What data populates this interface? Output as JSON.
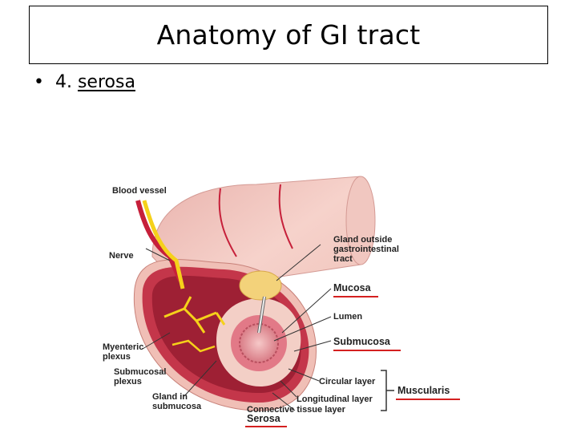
{
  "slide": {
    "title": "Anatomy of GI tract",
    "bullet_prefix": "4. ",
    "bullet_term": "serosa"
  },
  "figure": {
    "labels": {
      "blood_vessel": "Blood vessel",
      "nerve": "Nerve",
      "gland_outside_1": "Gland outside",
      "gland_outside_2": "gastrointestinal",
      "gland_outside_3": "tract",
      "mucosa": "Mucosa",
      "lumen": "Lumen",
      "submucosa": "Submucosa",
      "myenteric_1": "Myenteric",
      "myenteric_2": "plexus",
      "submucosal_1": "Submucosal",
      "submucosal_2": "plexus",
      "circular_layer": "Circular layer",
      "muscularis": "Muscularis",
      "gland_in_1": "Gland in",
      "gland_in_2": "submucosa",
      "longitudinal_layer": "Longitudinal layer",
      "connective_tissue_layer": "Connective tissue layer",
      "serosa": "Serosa"
    },
    "colors": {
      "underline_red": "#d42020",
      "muscle_red": "#b9283a",
      "tube_pink": "#f2c4bd",
      "nerve_yellow": "#f5d11a",
      "gland_yellow": "#f3d27a"
    }
  }
}
